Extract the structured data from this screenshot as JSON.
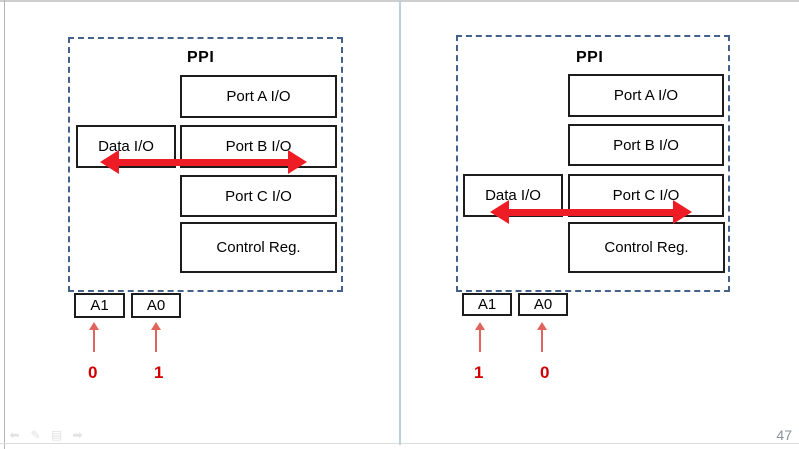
{
  "page": {
    "number": "47"
  },
  "diagrams": [
    {
      "title": "PPI",
      "data_io_label": "Data I/O",
      "ports": [
        "Port A I/O",
        "Port B I/O",
        "Port C I/O",
        "Control Reg."
      ],
      "active_port": "Port B I/O",
      "address_bits": [
        {
          "label": "A1",
          "value": "0"
        },
        {
          "label": "A0",
          "value": "1"
        }
      ]
    },
    {
      "title": "PPI",
      "data_io_label": "Data I/O",
      "ports": [
        "Port A I/O",
        "Port B I/O",
        "Port C I/O",
        "Control Reg."
      ],
      "active_port": "Port C I/O",
      "address_bits": [
        {
          "label": "A1",
          "value": "1"
        },
        {
          "label": "A0",
          "value": "0"
        }
      ]
    }
  ],
  "icons": {
    "prev": "⬅",
    "pen": "✎",
    "menu": "▤",
    "next": "➡"
  },
  "colors": {
    "dashed_border": "#44618c",
    "arrow_red": "#ee1c25",
    "bit_red": "#d00000",
    "thin_arrow_red": "#e0635c",
    "divider_blue": "#bccfdc",
    "page_number_gray": "#8b9196"
  }
}
